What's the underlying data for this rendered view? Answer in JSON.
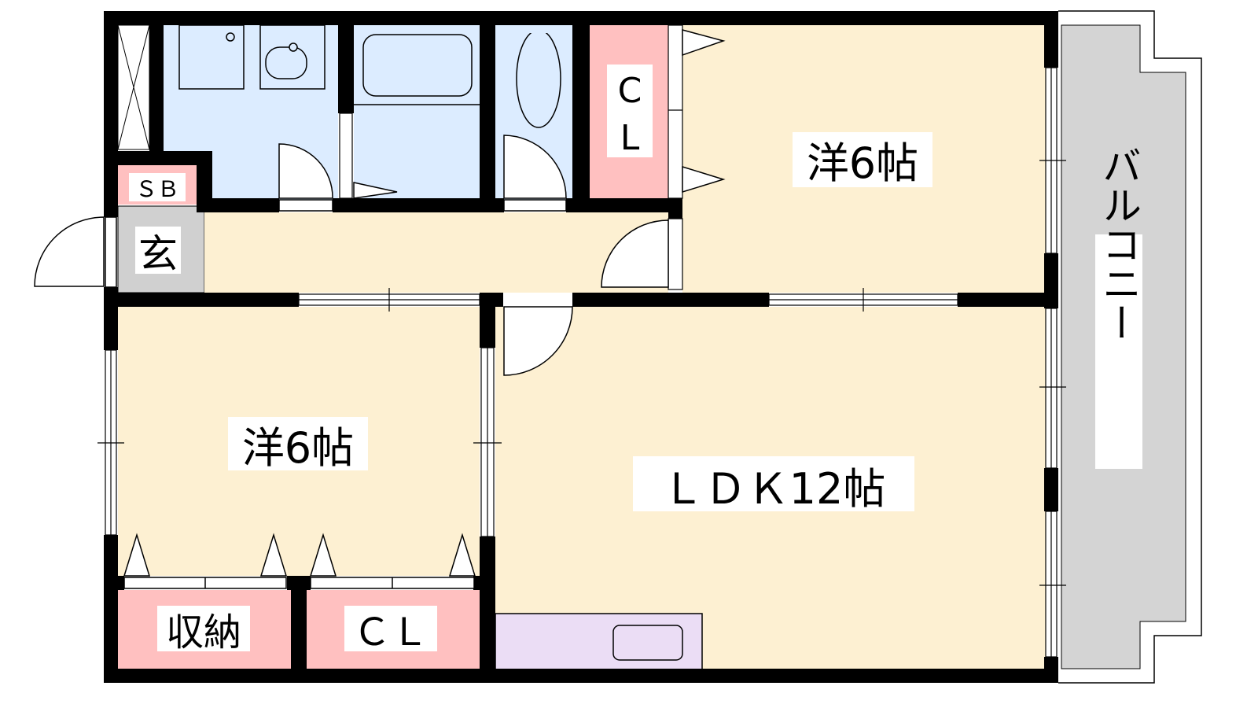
{
  "rooms": {
    "western_room_1": "洋6帖",
    "western_room_2": "洋6帖",
    "ldk": "ＬＤＫ12帖",
    "balcony": "バルコニー",
    "closet_top": [
      "C",
      "L"
    ],
    "closet_bottom": "ＣＬ",
    "storage": "収納",
    "shoe_box": "ＳＢ",
    "entrance": "玄"
  },
  "colors": {
    "wet_area": "#dcecff",
    "room": "#fdf0d2",
    "storage": "#ffc0c0",
    "entrance": "#d0d0d0",
    "kitchen": "#ebddf5",
    "balcony": "#d4d4d4"
  }
}
